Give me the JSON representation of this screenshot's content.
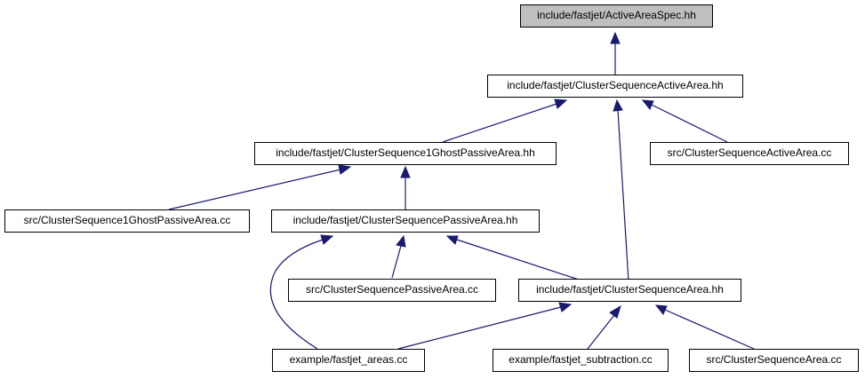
{
  "nodes": {
    "active_area_spec": "include/fastjet/ActiveAreaSpec.hh",
    "cs_active_area_hh": "include/fastjet/ClusterSequenceActiveArea.hh",
    "cs_1ghost_hh": "include/fastjet/ClusterSequence1GhostPassiveArea.hh",
    "cs_active_area_cc": "src/ClusterSequenceActiveArea.cc",
    "cs_1ghost_cc": "src/ClusterSequence1GhostPassiveArea.cc",
    "cs_passive_hh": "include/fastjet/ClusterSequencePassiveArea.hh",
    "cs_passive_cc": "src/ClusterSequencePassiveArea.cc",
    "cs_area_hh": "include/fastjet/ClusterSequenceArea.hh",
    "fastjet_areas_cc": "example/fastjet_areas.cc",
    "fastjet_subtraction_cc": "example/fastjet_subtraction.cc",
    "cs_area_cc": "src/ClusterSequenceArea.cc"
  }
}
